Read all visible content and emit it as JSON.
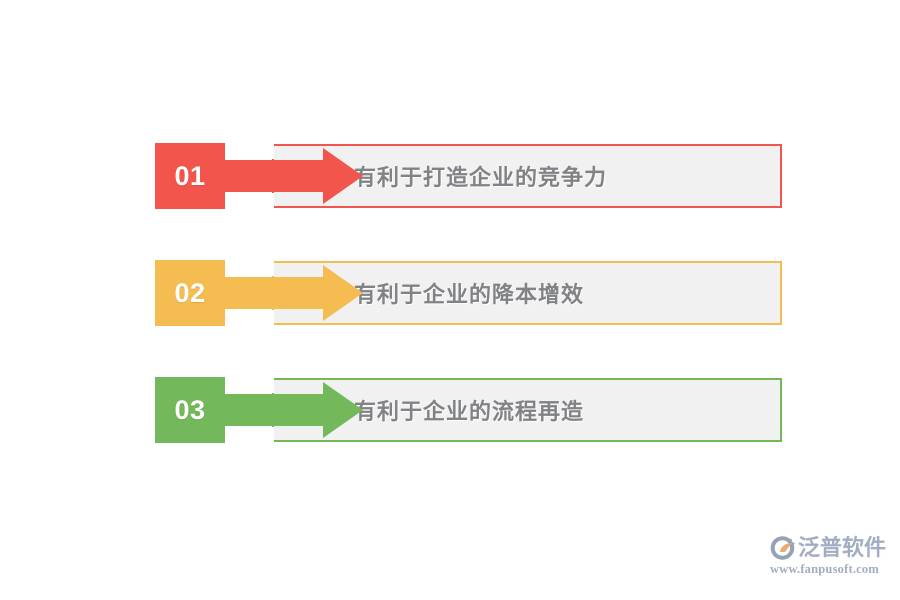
{
  "slide": {
    "background_color": "#FFFFFF",
    "panel_fill_color": "#F1F1F1",
    "label_text_color": "#808285",
    "items": [
      {
        "number": "01",
        "label": "有利于打造企业的竞争力",
        "accent_color": "#F2554B",
        "border_color": "#F2554B"
      },
      {
        "number": "02",
        "label": "有利于企业的降本增效",
        "accent_color": "#F5BC52",
        "border_color": "#F5BC52"
      },
      {
        "number": "03",
        "label": "有利于企业的流程再造",
        "accent_color": "#73B85A",
        "border_color": "#73B85A"
      }
    ]
  },
  "watermark": {
    "brand_name": "泛普软件",
    "url": "www.fanpusoft.com",
    "mark_icon": "fanpu-logo-icon",
    "text_color": "#9AA7BD",
    "accent_color": "#E8A36A"
  }
}
